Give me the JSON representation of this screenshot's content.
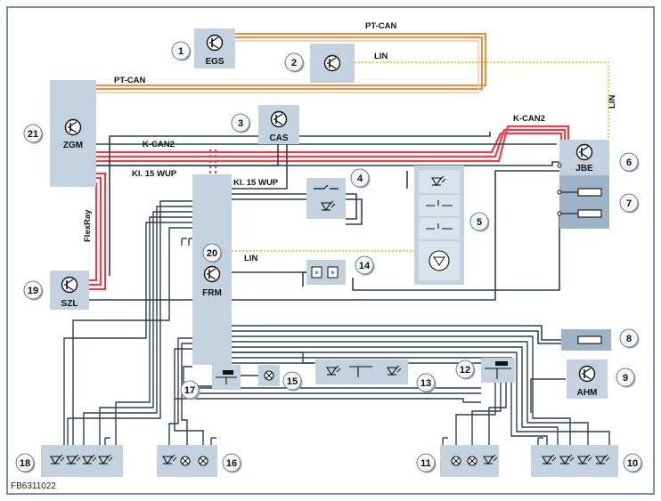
{
  "components": [
    {
      "number": "1",
      "label": "EGS"
    },
    {
      "number": "2",
      "label": ""
    },
    {
      "number": "3",
      "label": "CAS"
    },
    {
      "number": "4",
      "label": ""
    },
    {
      "number": "5",
      "label": ""
    },
    {
      "number": "6",
      "label": "JBE"
    },
    {
      "number": "7",
      "label": ""
    },
    {
      "number": "8",
      "label": ""
    },
    {
      "number": "9",
      "label": "AHM"
    },
    {
      "number": "10",
      "label": ""
    },
    {
      "number": "11",
      "label": ""
    },
    {
      "number": "12",
      "label": ""
    },
    {
      "number": "13",
      "label": ""
    },
    {
      "number": "14",
      "label": ""
    },
    {
      "number": "15",
      "label": ""
    },
    {
      "number": "16",
      "label": ""
    },
    {
      "number": "17",
      "label": ""
    },
    {
      "number": "18",
      "label": ""
    },
    {
      "number": "19",
      "label": "SZL"
    },
    {
      "number": "20",
      "label": "FRM"
    },
    {
      "number": "21",
      "label": "ZGM"
    }
  ],
  "bus_labels": {
    "pt_can_top": "PT-CAN",
    "pt_can_left": "PT-CAN",
    "lin_top": "LIN",
    "lin_vertical": "LIN",
    "lin_frm": "LIN",
    "k_can2_right": "K-CAN2",
    "k_can2_left": "K-CAN2",
    "kl15_left": "Kl. 15 WUP",
    "kl15_right": "Kl. 15 WUP",
    "flexray": "FlexRay"
  },
  "colors": {
    "pt_can": "#f08a3c",
    "k_can": "#e4434b",
    "lin": "#f2c849",
    "module": "#c4d2df",
    "wire": "#2e3f55",
    "frame": "#7a8fa6"
  },
  "footer": "FB6311022"
}
